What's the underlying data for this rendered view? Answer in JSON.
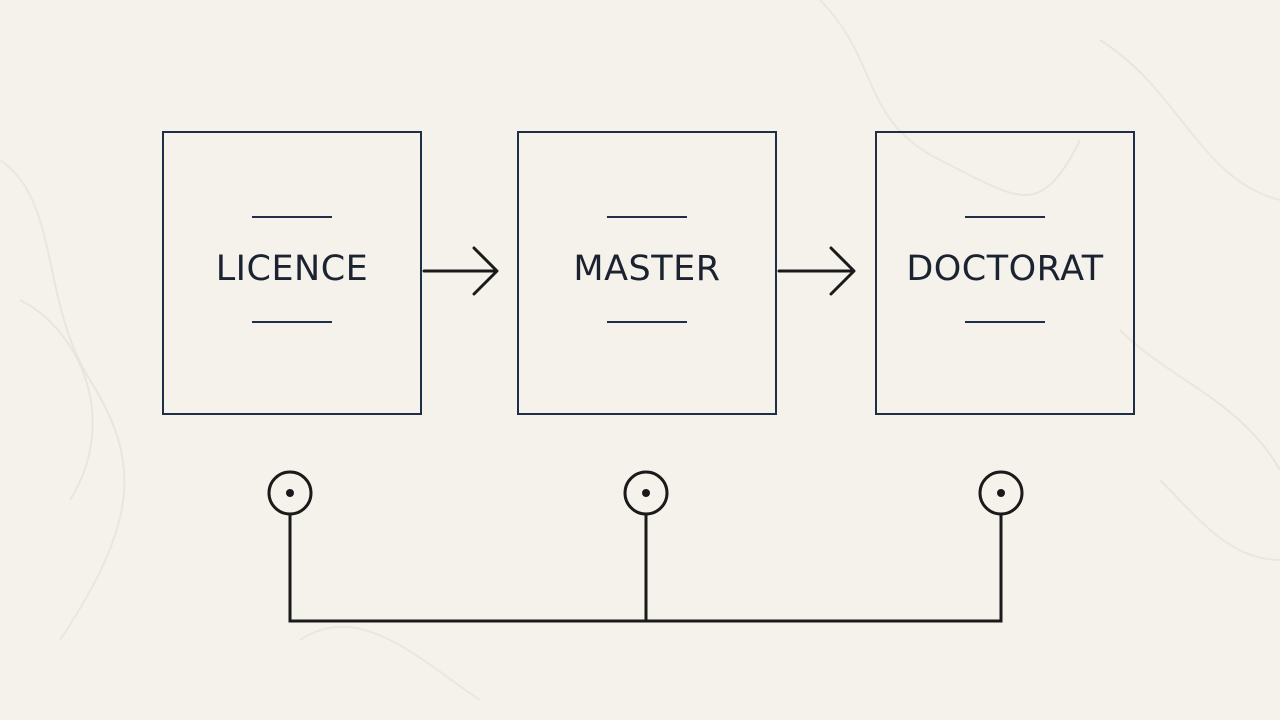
{
  "colors": {
    "background": "#f5f2ec",
    "box_border": "#1f2f47",
    "text": "#1c2330",
    "connector": "#1a1a1a"
  },
  "stages": [
    {
      "id": "licence",
      "label": "LICENCE"
    },
    {
      "id": "master",
      "label": "MASTER"
    },
    {
      "id": "doctorat",
      "label": "DOCTORAT"
    }
  ],
  "arrows": [
    {
      "from": "licence",
      "to": "master",
      "icon": "arrow-right-icon"
    },
    {
      "from": "master",
      "to": "doctorat",
      "icon": "arrow-right-icon"
    }
  ],
  "nodes": [
    {
      "stage": "licence",
      "icon": "circle-dot-icon"
    },
    {
      "stage": "master",
      "icon": "circle-dot-icon"
    },
    {
      "stage": "doctorat",
      "icon": "circle-dot-icon"
    }
  ]
}
